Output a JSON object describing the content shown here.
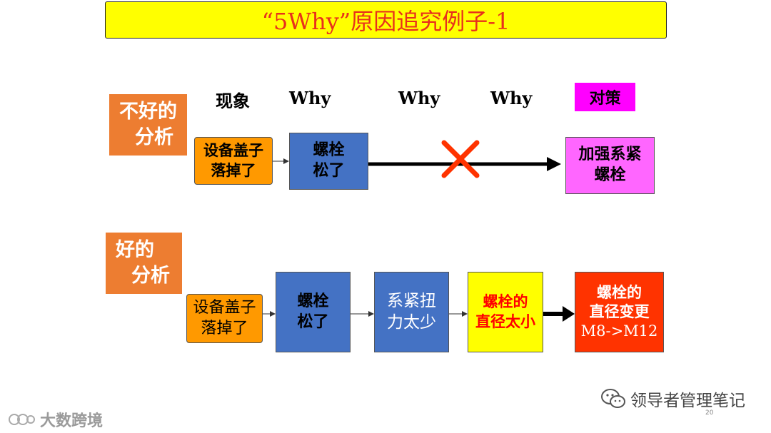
{
  "title": "“5Why”原因追究例子-1",
  "bad": {
    "label_line1": "不好的",
    "label_line2": "分析",
    "phenomenon_box": [
      "设备盖子",
      "落掉了"
    ],
    "why_box": [
      "螺栓",
      "松了"
    ],
    "countermeasure_box": [
      "加强系紧",
      "螺栓"
    ]
  },
  "columns": {
    "phenomenon": "现象",
    "why1": "Why",
    "why2": "Why",
    "why3": "Why",
    "countermeasure": "对策"
  },
  "good": {
    "label_line1": "好的",
    "label_line2": "分析",
    "phenomenon_box": [
      "设备盖子",
      "落掉了"
    ],
    "why1_box": [
      "螺栓",
      "松了"
    ],
    "why2_box": [
      "系紧扭",
      "力太少"
    ],
    "why3_box": [
      "螺栓的",
      "直径太小"
    ],
    "countermeasure_box": [
      "螺栓的",
      "直径变更",
      "M8->M12"
    ]
  },
  "footer": {
    "wechat_name": "领导者管理笔记",
    "page_number": "20",
    "left_watermark": "大数跨境"
  },
  "colors": {
    "title_bg": "#ffff00",
    "title_text": "#e8301c",
    "label_bg": "#ed7d31",
    "box_orange": "#ff9900",
    "box_blue": "#4472c4",
    "box_magenta": "#ff66ff",
    "box_yellow": "#ffff00",
    "box_red": "#ff3300",
    "cross": "#ff3300"
  }
}
